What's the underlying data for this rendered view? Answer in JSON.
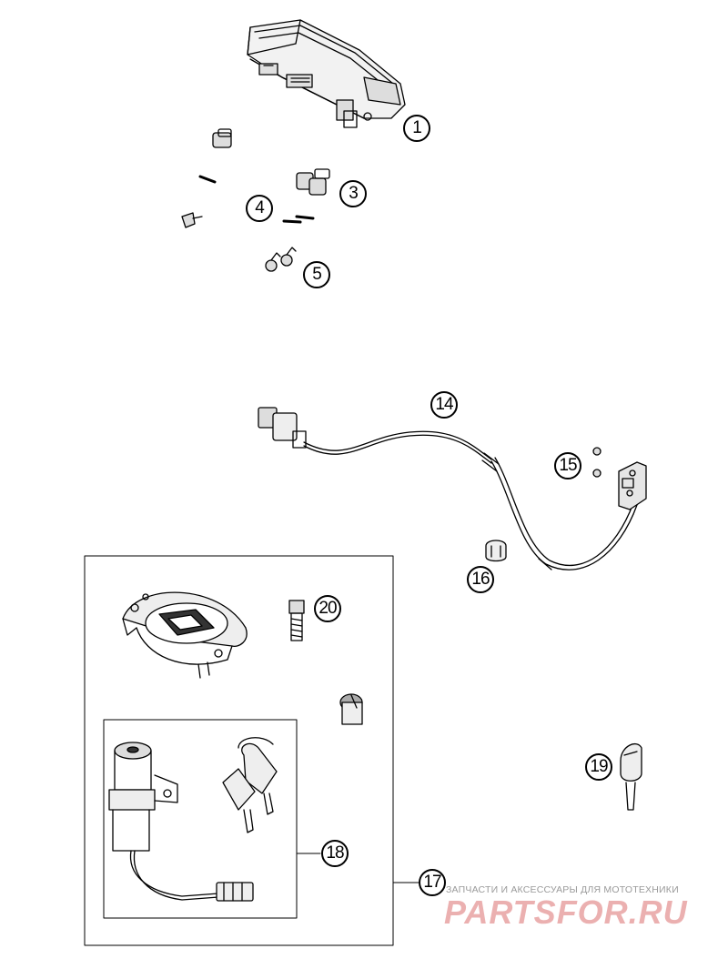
{
  "callouts": {
    "c1": "1",
    "c3": "3",
    "c4": "4",
    "c5": "5",
    "c14": "14",
    "c15": "15",
    "c16": "16",
    "c17": "17",
    "c18": "18",
    "c19": "19",
    "c20": "20"
  },
  "watermark": {
    "tagline": "ЗАПЧАСТИ И АКСЕССУАРЫ ДЛЯ МОТОТЕХНИКИ",
    "logo": "PARTSFOR.RU"
  }
}
